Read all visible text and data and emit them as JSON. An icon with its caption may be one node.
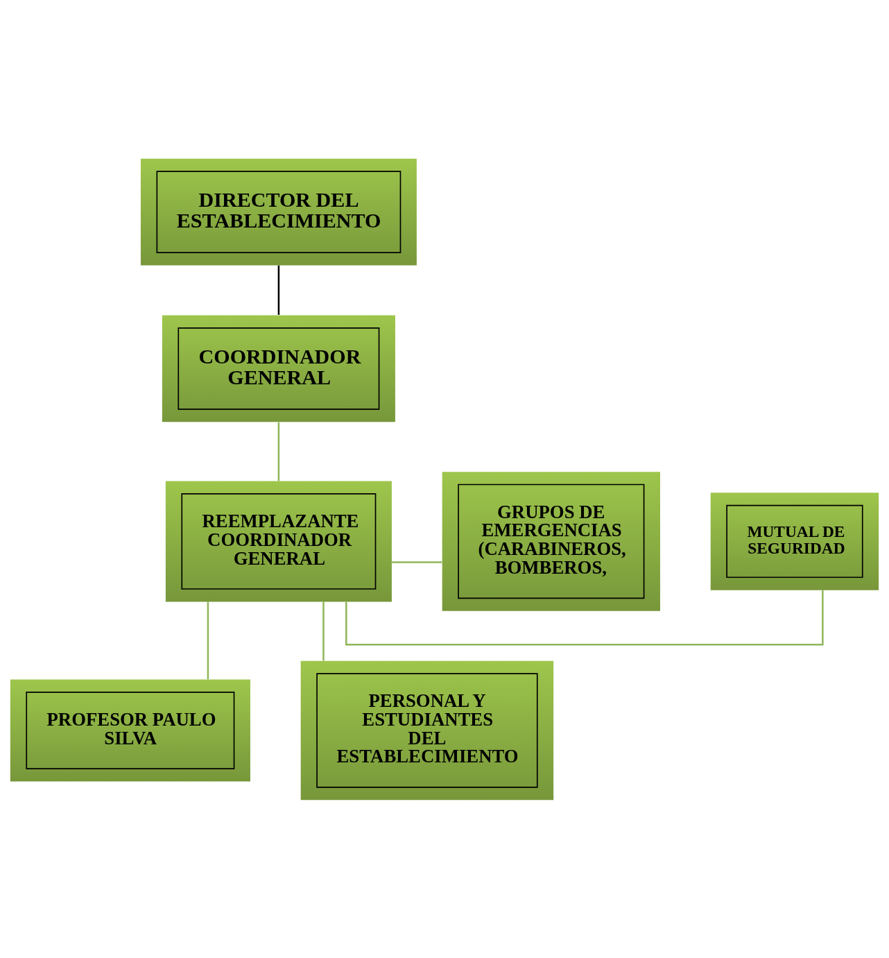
{
  "diagram": {
    "nodes": [
      {
        "text": [
          "DIRECTOR DEL ESTABLECIMIENTO"
        ]
      },
      {
        "text": [
          "COORDINADOR GENERAL"
        ]
      },
      {
        "text": [
          "MUTUAL DE SEGURIDAD"
        ]
      },
      {
        "text": [
          "REEMPLAZANTE COORDINADOR GENERAL"
        ]
      },
      {
        "text": [
          "GRUPOS DE EMERGENCIAS (CARABINEROS, BOMBEROS,"
        ]
      },
      {
        "text": [
          "PROFESOR PAULO SILVA"
        ]
      },
      {
        "text": [
          "PERSONAL Y ESTUDIANTES DEL ESTABLECIMIENTO"
        ]
      }
    ],
    "edges": [
      {
        "from": 0,
        "to": 1,
        "arrow": "none",
        "color": "#000000"
      },
      {
        "from": 1,
        "to": 3,
        "arrow": "none"
      },
      {
        "from": 3,
        "to": 2,
        "arrow": "none"
      },
      {
        "from": 3,
        "to": 4,
        "arrow": "none"
      },
      {
        "from": 3,
        "to": 5,
        "arrow": "none"
      },
      {
        "from": 3,
        "to": 6,
        "arrow": "none"
      }
    ]
  }
}
